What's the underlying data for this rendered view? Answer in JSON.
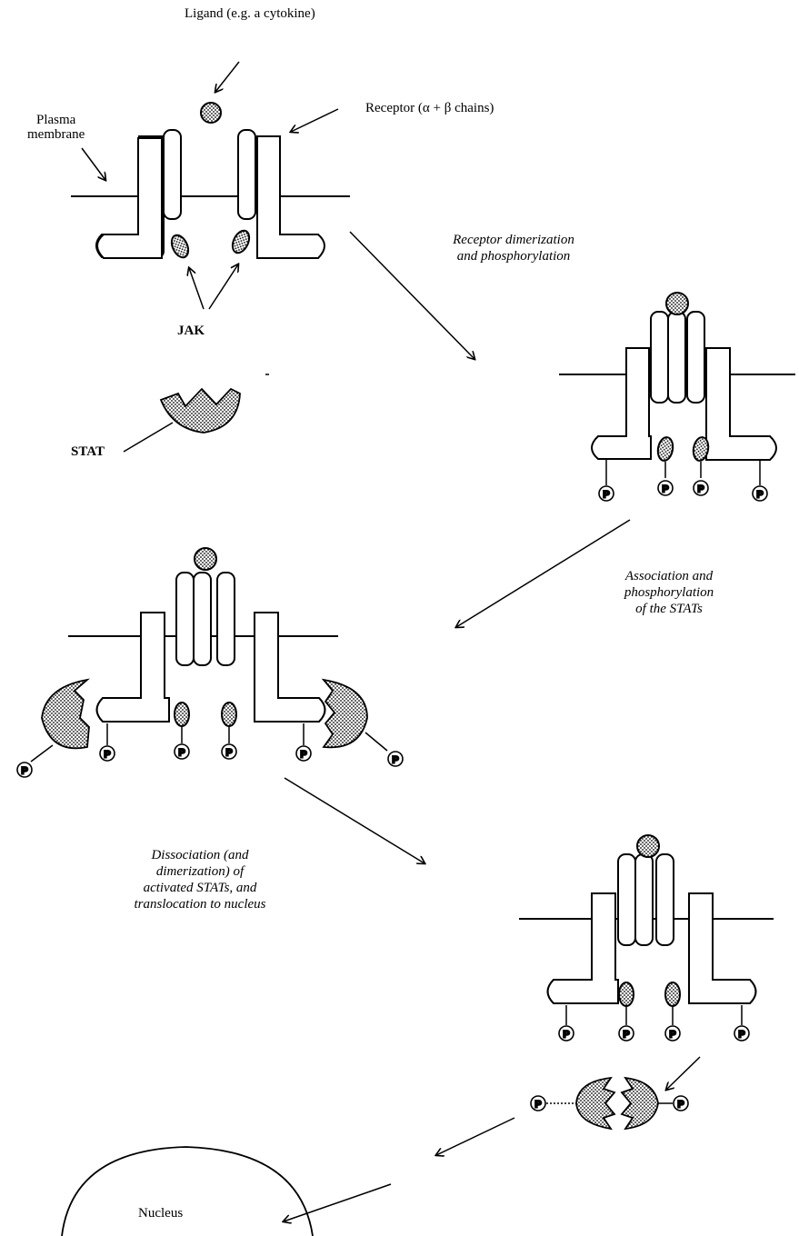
{
  "labels": {
    "ligand": "Ligand (e.g. a cytokine)",
    "plasma_membrane_line1": "Plasma",
    "plasma_membrane_line2": "membrane",
    "receptor": "Receptor (α + β chains)",
    "jak": "JAK",
    "stat": "STAT",
    "nucleus": "Nucleus",
    "phospho_mark": "P"
  },
  "steps": {
    "step1": [
      "Receptor dimerization",
      "and phosphorylation"
    ],
    "step2": [
      "Association and",
      "phosphorylation",
      "of the STATs"
    ],
    "step3": [
      "Dissociation (and",
      "dimerization) of",
      "activated STATs, and",
      "translocation to nucleus"
    ]
  }
}
